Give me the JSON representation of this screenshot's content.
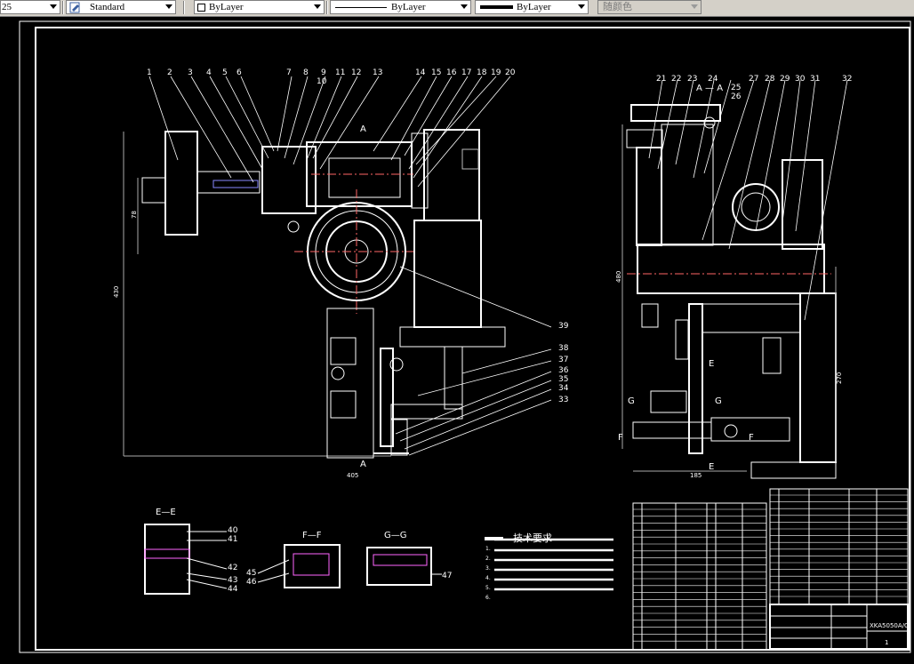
{
  "toolbar": {
    "layer_fragment": "25",
    "text_style": "Standard",
    "color": "ByLayer",
    "linetype": "ByLayer",
    "lineweight": "ByLayer",
    "plot_style": "随颜色"
  },
  "drawing": {
    "part_numbers_top": [
      "1",
      "2",
      "3",
      "4",
      "5",
      "6",
      "7",
      "8",
      "9",
      "10",
      "11",
      "12",
      "13",
      "14",
      "15",
      "16",
      "17",
      "18",
      "19",
      "20"
    ],
    "part_numbers_side": [
      "21",
      "22",
      "23",
      "24",
      "25",
      "26",
      "27",
      "28",
      "29",
      "30",
      "31",
      "32"
    ],
    "part_numbers_right": [
      "39",
      "38",
      "37",
      "36",
      "35",
      "34",
      "33"
    ],
    "section_markers": {
      "a_top": "A",
      "a_bottom": "A",
      "a_a": "A — A",
      "e_left": "E",
      "e_right": "E",
      "g_left": "G",
      "g_right": "G",
      "f_left": "F",
      "f_right": "F"
    },
    "dimensions": {
      "front_width": "405",
      "front_height": "430",
      "front_small": "78",
      "side_width": "185",
      "side_height": "480",
      "side_right": "270"
    },
    "section_views": {
      "ee": {
        "title": "E—E",
        "labels": [
          "40",
          "41",
          "42",
          "43",
          "44"
        ]
      },
      "ff": {
        "title": "F—F",
        "labels": [
          "45",
          "46"
        ]
      },
      "gg": {
        "title": "G—G",
        "labels": [
          "47"
        ]
      }
    },
    "tech_title": "技术要求",
    "tech_items": [
      "1.",
      "2.",
      "3.",
      "4.",
      "5.",
      "6."
    ],
    "title_block": {
      "drawing_code": "XKA5050A/C",
      "sheet": "1"
    }
  }
}
